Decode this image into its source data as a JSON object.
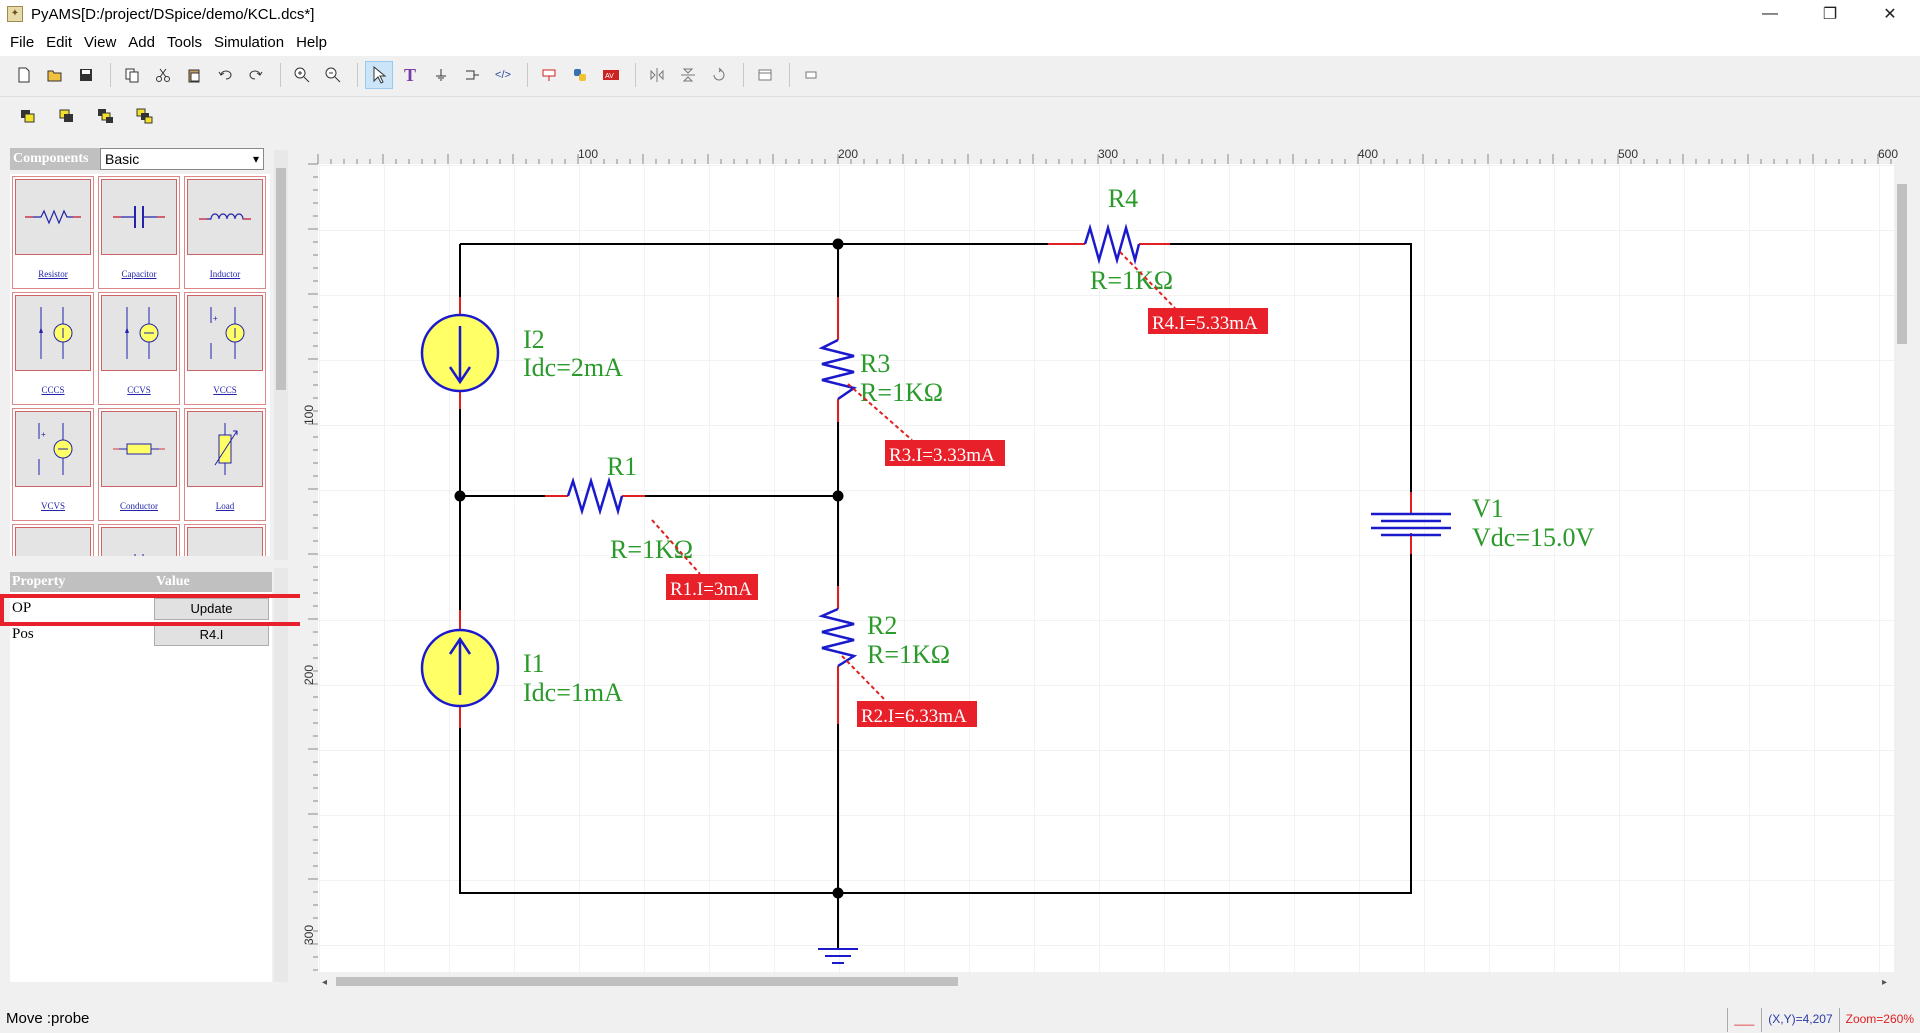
{
  "window": {
    "title": "PyAMS[D:/project/DSpice/demo/KCL.dcs*]",
    "controls": [
      "—",
      "❐",
      "✕"
    ]
  },
  "menu": [
    "File",
    "Edit",
    "View",
    "Add",
    "Tools",
    "Simulation",
    "Help"
  ],
  "toolbar": {
    "icons": [
      "new-file-icon",
      "open-folder-icon",
      "save-icon",
      "copy-icon",
      "cut-icon",
      "paste-icon",
      "undo-icon",
      "redo-icon",
      "zoom-in-icon",
      "zoom-out-icon",
      "select-pointer-icon",
      "text-icon",
      "ground-icon",
      "net-icon",
      "code-icon",
      "probe-icon",
      "python-icon",
      "analysis-icon",
      "flip-horizontal-icon",
      "flip-vertical-icon",
      "rotate-icon",
      "window-icon",
      "minimize-icon"
    ],
    "row2_icons": [
      "bring-front-icon",
      "send-back-icon",
      "bring-forward-icon",
      "send-backward-icon"
    ]
  },
  "components": {
    "label": "Components",
    "library": "Basic",
    "tiles": [
      "Resistor",
      "Capacitor",
      "Inductor",
      "CCCS",
      "CCVS",
      "VCCS",
      "VCVS",
      "Conductor",
      "Load"
    ]
  },
  "properties": {
    "col_property": "Property",
    "col_value": "Value",
    "rows": [
      {
        "name": "OP",
        "value": "Update"
      },
      {
        "name": "Pos",
        "value": "R4.I"
      }
    ]
  },
  "ruler": {
    "x_ticks": [
      "100",
      "200",
      "300",
      "400",
      "500",
      "600"
    ],
    "y_ticks": [
      "100",
      "200",
      "300"
    ]
  },
  "schematic": {
    "I2": {
      "name": "I2",
      "value": "Idc=2mA"
    },
    "I1": {
      "name": "I1",
      "value": "Idc=1mA"
    },
    "R1": {
      "name": "R1",
      "value": "R=1KΩ",
      "probe": "R1.I=3mA"
    },
    "R2": {
      "name": "R2",
      "value": "R=1KΩ",
      "probe": "R2.I=6.33mA"
    },
    "R3": {
      "name": "R3",
      "value": "R=1KΩ",
      "probe": "R3.I=3.33mA"
    },
    "R4": {
      "name": "R4",
      "value": "R=1KΩ",
      "probe": "R4.I=5.33mA"
    },
    "V1": {
      "name": "V1",
      "value": "Vdc=15.0V"
    },
    "colors": {
      "label": "#2a9a2a",
      "probe_bg": "#e8202a",
      "component": "#1a1acc",
      "pin": "#e02020",
      "source_fill": "#ffff66"
    }
  },
  "status": {
    "message": "Move :probe",
    "coords": "(X,Y)=4,207",
    "zoom": "Zoom=260%"
  }
}
